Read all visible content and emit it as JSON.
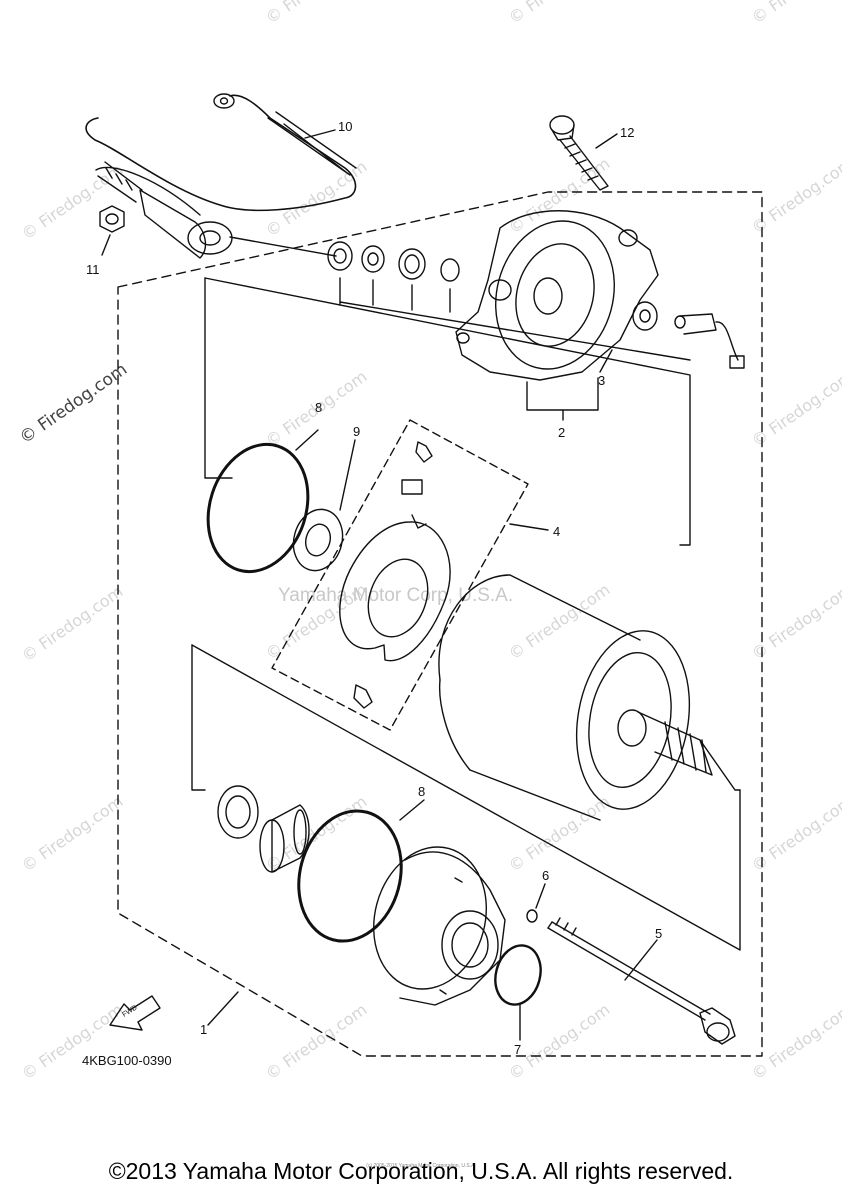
{
  "diagram": {
    "callouts": [
      "1",
      "2",
      "3",
      "4",
      "5",
      "6",
      "7",
      "8",
      "8",
      "9",
      "10",
      "11",
      "12"
    ],
    "part_code": "4KBG100-0390",
    "fwd_label": "FWD",
    "center_watermark": "Yamaha Motor Corp, U.S.A.",
    "firedog_watermark": "© Firedog.com",
    "copyright": "©2013 Yamaha Motor Corporation, U.S.A. All rights reserved.",
    "tiny_credit": "(c) 2005-2015 Yamaha Motor Corporation, U.S.A."
  }
}
